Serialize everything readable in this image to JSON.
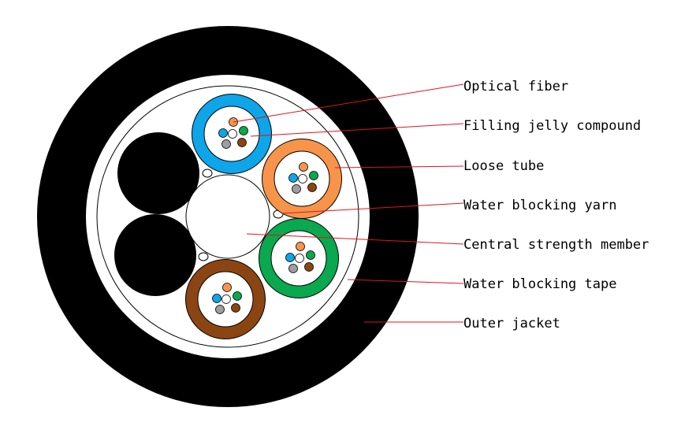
{
  "labels": {
    "optical_fiber": "Optical fiber",
    "filling_jelly": "Filling jelly compound",
    "loose_tube": "Loose tube",
    "water_blocking_yarn": "Water blocking yarn",
    "central_strength_member": "Central strength member",
    "water_blocking_tape": "Water blocking tape",
    "outer_jacket": "Outer jacket"
  },
  "colors": {
    "jacket": "#000000",
    "leader": "#e0141e",
    "tube_blue": "#0ea5e9",
    "tube_orange": "#f7944a",
    "tube_green": "#0aa84f",
    "tube_brown": "#8b4513",
    "fiber_orange": "#f7944a",
    "fiber_green": "#0aa84f",
    "fiber_blue": "#0ea5e9",
    "fiber_gray": "#9e9e9e",
    "fiber_brown": "#8b4513",
    "fiber_white": "#ffffff"
  }
}
